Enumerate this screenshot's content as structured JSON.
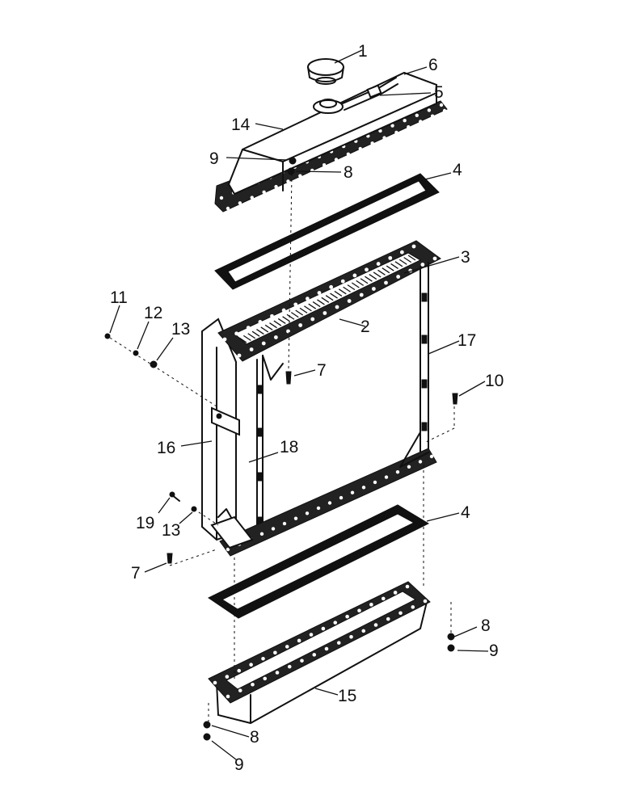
{
  "callouts": [
    {
      "id": "c1",
      "text": "1"
    },
    {
      "id": "c2",
      "text": "2"
    },
    {
      "id": "c3",
      "text": "3"
    },
    {
      "id": "c4a",
      "text": "4"
    },
    {
      "id": "c4b",
      "text": "4"
    },
    {
      "id": "c5",
      "text": "5"
    },
    {
      "id": "c6",
      "text": "6"
    },
    {
      "id": "c7a",
      "text": "7"
    },
    {
      "id": "c7b",
      "text": "7"
    },
    {
      "id": "c8a",
      "text": "8"
    },
    {
      "id": "c8b",
      "text": "8"
    },
    {
      "id": "c8c",
      "text": "8"
    },
    {
      "id": "c9a",
      "text": "9"
    },
    {
      "id": "c9b",
      "text": "9"
    },
    {
      "id": "c9c",
      "text": "9"
    },
    {
      "id": "c10",
      "text": "10"
    },
    {
      "id": "c11",
      "text": "11"
    },
    {
      "id": "c12",
      "text": "12"
    },
    {
      "id": "c13a",
      "text": "13"
    },
    {
      "id": "c13b",
      "text": "13"
    },
    {
      "id": "c14",
      "text": "14"
    },
    {
      "id": "c15",
      "text": "15"
    },
    {
      "id": "c16",
      "text": "16"
    },
    {
      "id": "c17",
      "text": "17"
    },
    {
      "id": "c18",
      "text": "18"
    },
    {
      "id": "c19",
      "text": "19"
    }
  ]
}
